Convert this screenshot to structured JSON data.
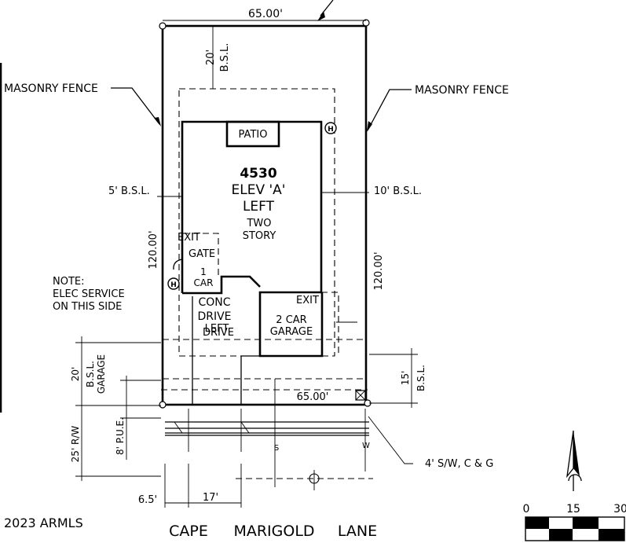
{
  "labels": {
    "lot_top_dim": "65.00'",
    "lot_bottom_dim": "65.00'",
    "lot_left_dim": "120.00'",
    "lot_right_dim": "120.00'",
    "rear_setback_value": "20'",
    "rear_setback_abbr": "B.S.L.",
    "masonry_fence_left": "MASONRY FENCE",
    "masonry_fence_right": "MASONRY FENCE",
    "side_setback_left": "5' B.S.L.",
    "side_setback_right": "10' B.S.L.",
    "patio": "PATIO",
    "plan_number": "4530",
    "elevation": "ELEV 'A'",
    "orientation": "LEFT",
    "stories_line1": "TWO",
    "stories_line2": "STORY",
    "exit_left": "EXIT",
    "gate": "GATE",
    "one_car_line1": "1",
    "one_car_line2": "CAR",
    "exit_right": "EXIT",
    "two_car_line1": "2 CAR",
    "two_car_line2": "GARAGE",
    "drive_line1": "CONC",
    "drive_line2": "DRIVE",
    "drive_line3": "LEFT",
    "drive_line4": "DRIVE",
    "note_line1": "NOTE:",
    "note_line2": "ELEC SERVICE",
    "note_line3": "ON THIS SIDE",
    "hose_bib": "H",
    "garage_setback_value": "20'",
    "garage_setback_abbr1": "B.S.L.",
    "garage_setback_abbr2": "GARAGE",
    "front_setback_value": "15'",
    "front_setback_abbr": "B.S.L.",
    "pue": "8' P.U.E.",
    "row": "25' R/W",
    "sidewalk": "4' S/W, C & G",
    "sewer": "S",
    "water": "W",
    "dim_6_5": "6.5'",
    "dim_17": "17'",
    "copyright": "2023 ARMLS",
    "street_word1": "CAPE",
    "street_word2": "MARIGOLD",
    "street_word3": "LANE",
    "scale_0": "0",
    "scale_15": "15",
    "scale_30": "30"
  }
}
